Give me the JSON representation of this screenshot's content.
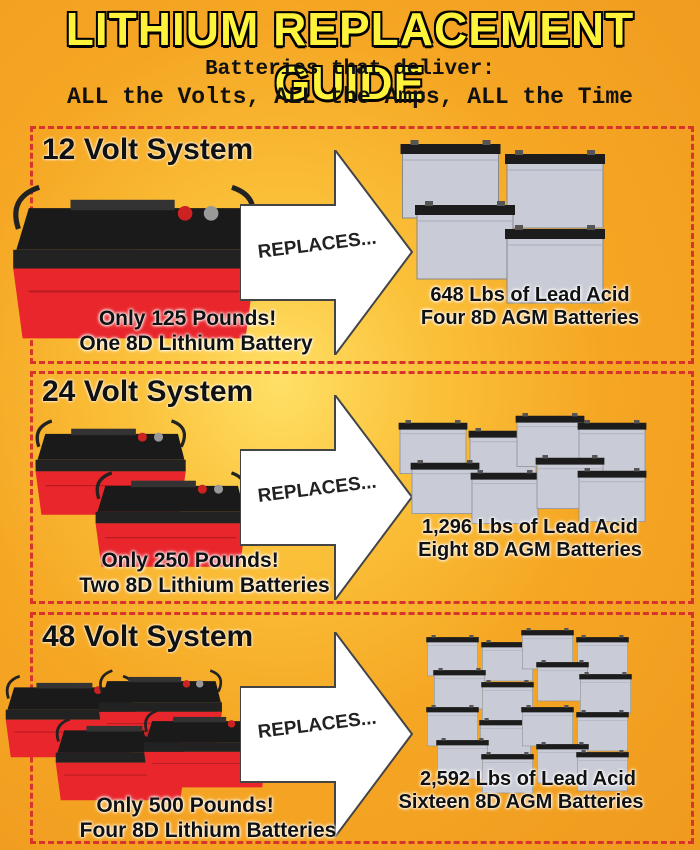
{
  "header": {
    "title": "LITHIUM REPLACEMENT GUIDE",
    "subtitle_line1": "Batteries that deliver:",
    "subtitle_line2": "ALL the Volts, ALL the Amps, ALL the Time"
  },
  "panels": [
    {
      "system": "12 Volt System",
      "lithium_weight": "Only 125 Pounds!",
      "lithium_desc": "One 8D Lithium Battery",
      "replaces_label": "REPLACES...",
      "lead_weight": "648 Lbs of Lead Acid",
      "lead_desc": "Four 8D AGM Batteries",
      "lithium_count": 1,
      "agm_count": 4
    },
    {
      "system": "24 Volt System",
      "lithium_weight": "Only 250 Pounds!",
      "lithium_desc": "Two 8D Lithium Batteries",
      "replaces_label": "REPLACES...",
      "lead_weight": "1,296 Lbs of Lead Acid",
      "lead_desc": "Eight 8D AGM Batteries",
      "lithium_count": 2,
      "agm_count": 8
    },
    {
      "system": "48 Volt System",
      "lithium_weight": "Only 500 Pounds!",
      "lithium_desc": "Four 8D Lithium Batteries",
      "replaces_label": "REPLACES...",
      "lead_weight": "2,592 Lbs of Lead Acid",
      "lead_desc": "Sixteen 8D AGM Batteries",
      "lithium_count": 4,
      "agm_count": 16
    }
  ],
  "colors": {
    "lithium_base": "#e8262b",
    "lithium_top": "#1a1a1a",
    "agm_body": "#c9ccd6",
    "agm_top": "#1c1c1c",
    "panel_border": "#d9342b",
    "title": "#fff23a"
  },
  "icons": {
    "arrow": "right-arrow-icon",
    "lithium": "lithium-battery-icon",
    "agm": "agm-battery-icon"
  }
}
